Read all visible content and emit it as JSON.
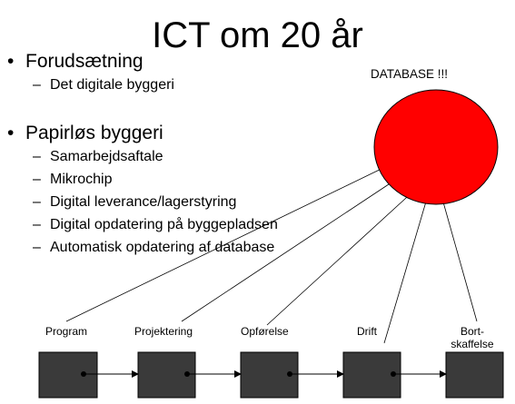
{
  "slide": {
    "title": "ICT om 20 år",
    "bullets": [
      {
        "text": "Forudsætning",
        "subitems": [
          "Det digitale byggeri"
        ]
      },
      {
        "text": "Papirløs byggeri",
        "subitems": [
          "Samarbejdsaftale",
          "Mikrochip",
          "Digital leverance/lagerstyring",
          "Digital opdatering på byggepladsen",
          "Automatisk opdatering af database"
        ]
      }
    ],
    "bullet_glyph": "•",
    "sub_glyph": "–"
  },
  "database": {
    "label": "DATABASE !!!",
    "color": "#ff0000"
  },
  "stages": [
    {
      "label": "Program"
    },
    {
      "label": "Projektering"
    },
    {
      "label": "Opførelse"
    },
    {
      "label": "Drift"
    },
    {
      "label": "Bort-\nskaffelse"
    }
  ],
  "colors": {
    "box_fill": "#3a3a3a",
    "line": "#000000"
  }
}
